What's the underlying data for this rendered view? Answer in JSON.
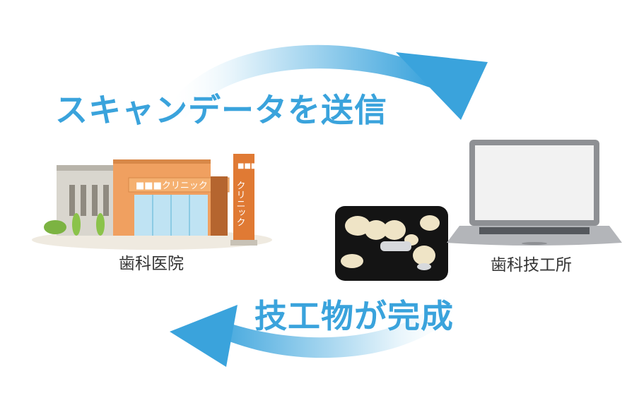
{
  "labels": {
    "send_scan": "スキャンデータを送信",
    "complete": "技工物が完成",
    "clinic": "歯科医院",
    "lab": "歯科技工所",
    "clinic_sign": "■■■クリニック",
    "clinic_pillar_top": "■■■",
    "clinic_pillar_text": "クリニック"
  },
  "colors": {
    "accent": "#3aa3dc",
    "arrow_light": "#dff0fa",
    "building_orange": "#f0a060",
    "building_dark": "#c87036",
    "glass": "#bfe3f3",
    "laptop_body": "#8e9094",
    "laptop_screen": "#f2f2f2"
  },
  "icons": {
    "top_arrow": "curved-arrow-right-icon",
    "bottom_arrow": "curved-arrow-left-icon",
    "clinic": "clinic-building-icon",
    "lab": "laptop-icon",
    "product": "dental-prosthesis-photo"
  }
}
